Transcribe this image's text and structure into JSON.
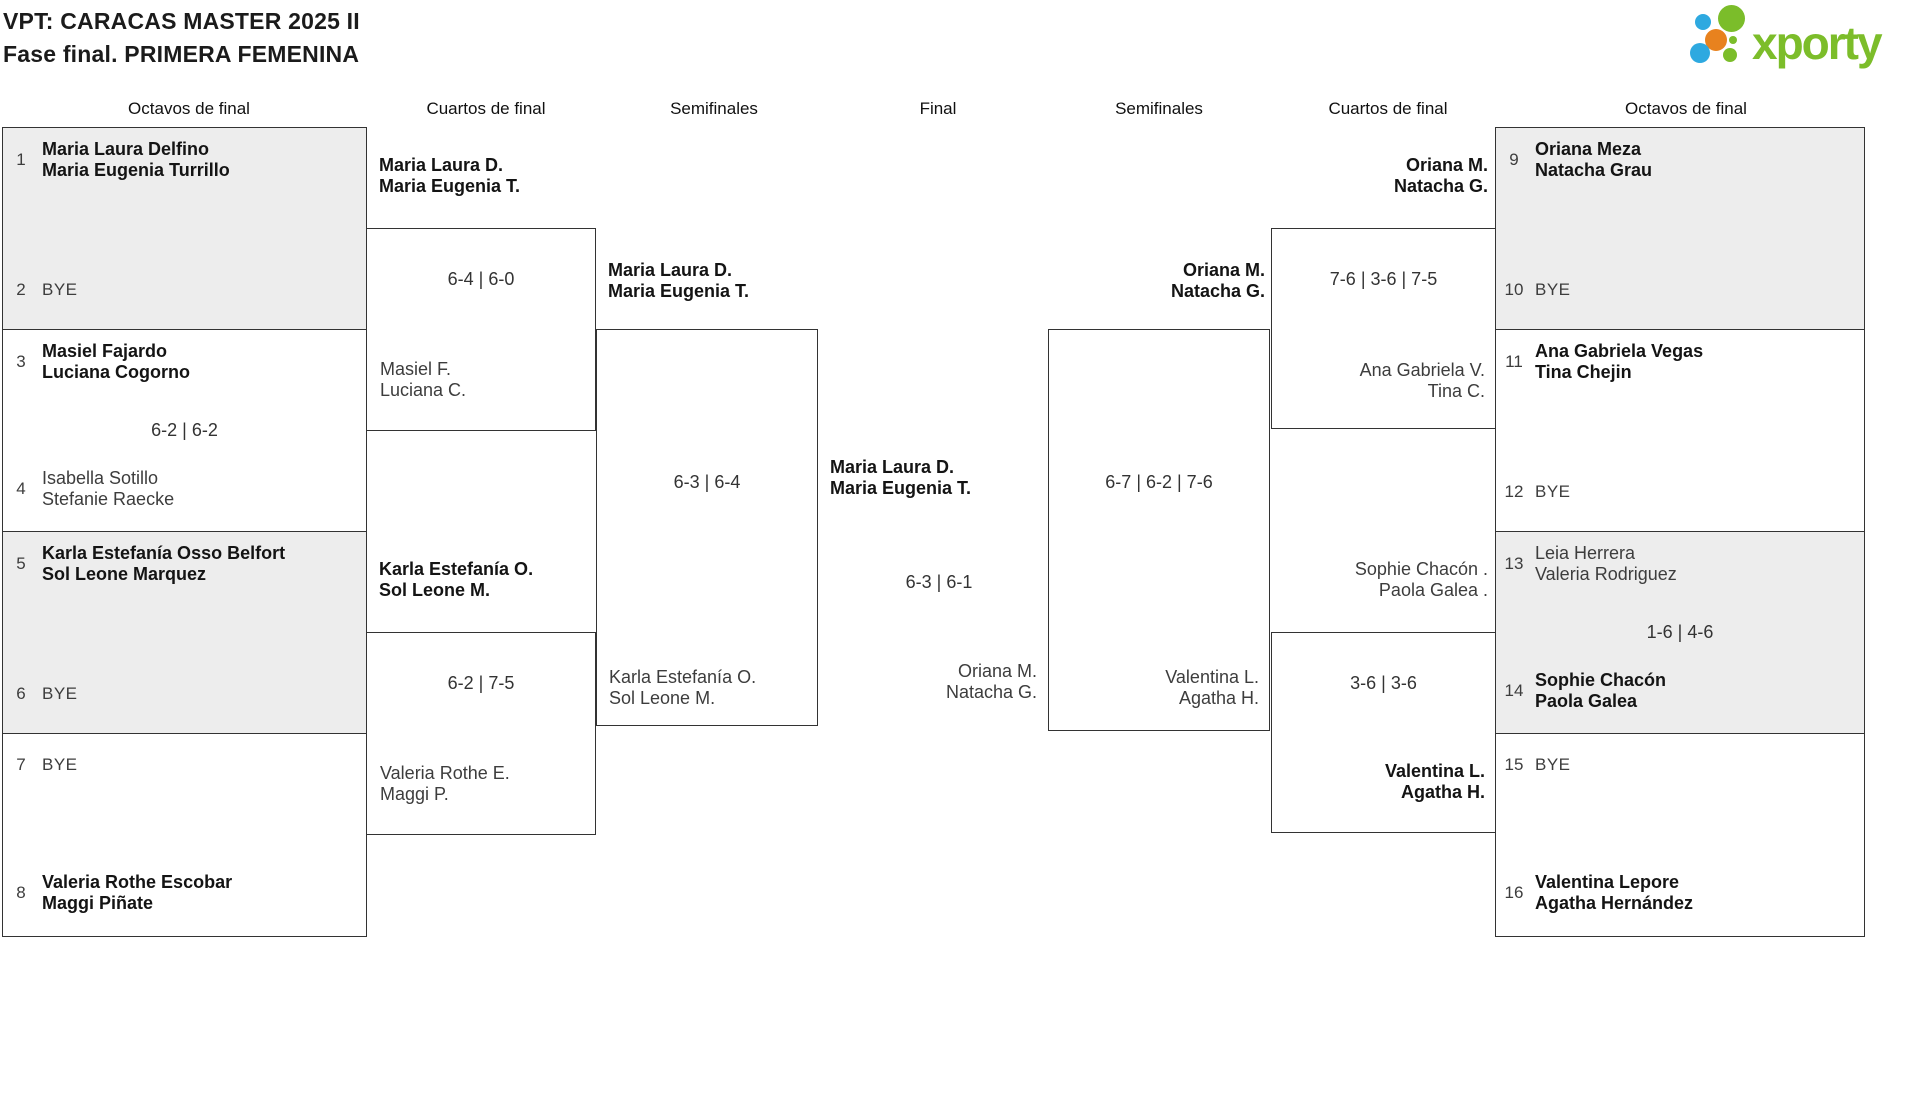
{
  "title": {
    "line1": "VPT: CARACAS MASTER 2025 II",
    "line2": "Fase final. PRIMERA FEMENINA"
  },
  "logo": {
    "text": "xporty",
    "green": "#7bbd2a",
    "blue": "#2ea9e0",
    "orange": "#e8821e"
  },
  "round_headers": [
    "Octavos de final",
    "Cuartos de final",
    "Semifinales",
    "Final",
    "Semifinales",
    "Cuartos de final",
    "Octavos de final"
  ],
  "colors": {
    "box_alt_bg": "#ededed",
    "border": "#333333",
    "winner_text": "#141414",
    "loser_text": "#3d3d3d",
    "score_text": "#333333"
  },
  "r16": [
    {
      "top": {
        "seed": "1",
        "line1": "Maria Laura Delfino",
        "line2": "Maria Eugenia Turrillo"
      },
      "bottom": {
        "seed": "2",
        "line1": "BYE"
      }
    },
    {
      "top": {
        "seed": "3",
        "line1": "Masiel Fajardo",
        "line2": "Luciana Cogorno"
      },
      "score": "6-2 | 6-2",
      "bottom": {
        "seed": "4",
        "line1": "Isabella Sotillo",
        "line2": "Stefanie Raecke"
      }
    },
    {
      "top": {
        "seed": "5",
        "line1": "Karla Estefanía Osso Belfort",
        "line2": "Sol Leone Marquez"
      },
      "bottom": {
        "seed": "6",
        "line1": "BYE"
      }
    },
    {
      "top": {
        "seed": "7",
        "line1": "BYE"
      },
      "bottom": {
        "seed": "8",
        "line1": "Valeria Rothe Escobar",
        "line2": "Maggi Piñate"
      }
    },
    {
      "top": {
        "seed": "9",
        "line1": "Oriana Meza",
        "line2": "Natacha Grau"
      },
      "bottom": {
        "seed": "10",
        "line1": "BYE"
      }
    },
    {
      "top": {
        "seed": "11",
        "line1": "Ana Gabriela Vegas",
        "line2": "Tina Chejin"
      },
      "bottom": {
        "seed": "12",
        "line1": "BYE"
      }
    },
    {
      "top": {
        "seed": "13",
        "line1": "Leia Herrera",
        "line2": "Valeria Rodriguez"
      },
      "score": "1-6 | 4-6",
      "bottom": {
        "seed": "14",
        "line1": "Sophie Chacón",
        "line2": "Paola Galea"
      }
    },
    {
      "top": {
        "seed": "15",
        "line1": "BYE"
      },
      "bottom": {
        "seed": "16",
        "line1": "Valentina Lepore",
        "line2": "Agatha Hernández"
      }
    }
  ],
  "qf": [
    {
      "top_line1": "Maria Laura D.",
      "top_line2": "Maria Eugenia T.",
      "score": "6-4 | 6-0",
      "bottom_line1": "Masiel F.",
      "bottom_line2": "Luciana C.",
      "winner": "top"
    },
    {
      "top_line1": "Karla Estefanía O.",
      "top_line2": "Sol Leone M.",
      "score": "6-2 | 7-5",
      "bottom_line1": "Valeria Rothe E.",
      "bottom_line2": "Maggi P.",
      "winner": "top"
    },
    {
      "top_line1": "Oriana M.",
      "top_line2": "Natacha G.",
      "score": "7-6 | 3-6 | 7-5",
      "bottom_line1": "Ana Gabriela V.",
      "bottom_line2": "Tina C.",
      "winner": "top"
    },
    {
      "top_line1": "Sophie Chacón .",
      "top_line2": "Paola Galea .",
      "score": "3-6 | 3-6",
      "bottom_line1": "Valentina L.",
      "bottom_line2": "Agatha H.",
      "winner": "bottom"
    }
  ],
  "sf": [
    {
      "top_line1": "Maria Laura D.",
      "top_line2": "Maria Eugenia T.",
      "score": "6-3 | 6-4",
      "bottom_line1": "Karla Estefanía O.",
      "bottom_line2": "Sol Leone M.",
      "winner": "top"
    },
    {
      "top_line1": "Oriana M.",
      "top_line2": "Natacha G.",
      "score": "6-7 | 6-2 | 7-6",
      "bottom_line1": "Valentina L.",
      "bottom_line2": "Agatha H.",
      "winner": "top"
    }
  ],
  "final": {
    "top_line1": "Maria Laura D.",
    "top_line2": "Maria Eugenia T.",
    "score": "6-3 | 6-1",
    "bottom_line1": "Oriana M.",
    "bottom_line2": "Natacha G.",
    "winner": "top"
  }
}
